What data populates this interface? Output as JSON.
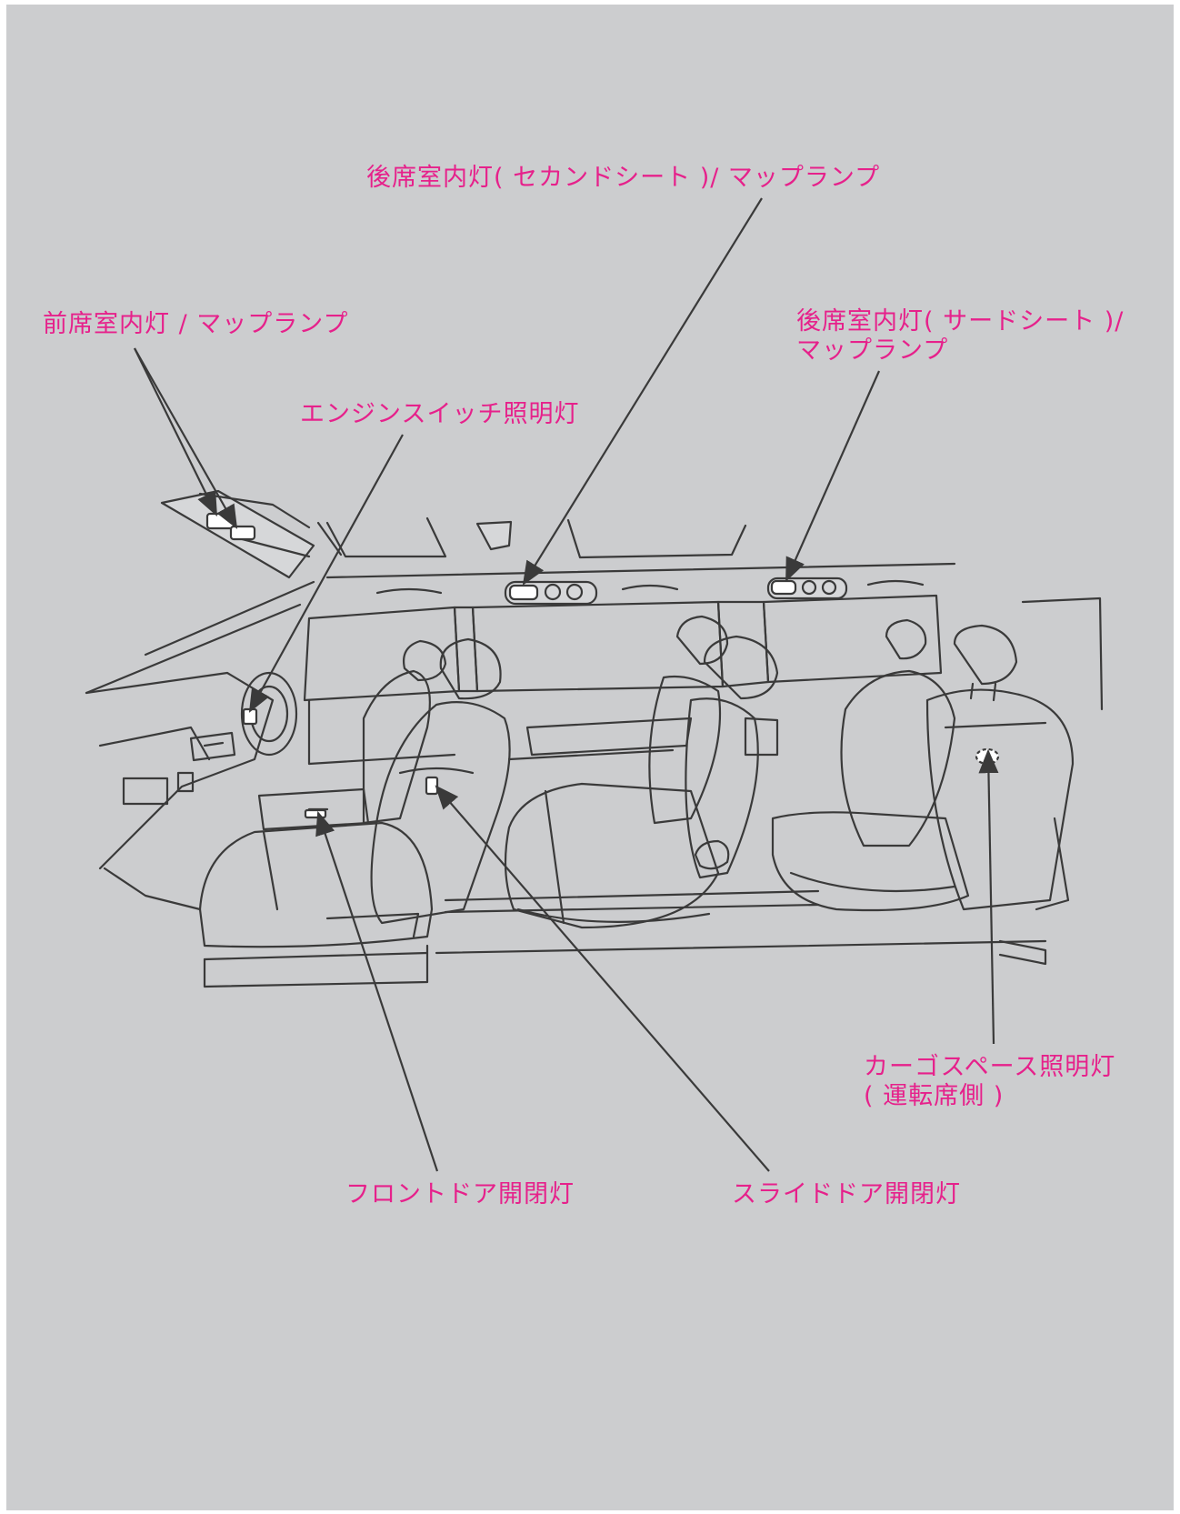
{
  "colors": {
    "background": "#cccdcf",
    "label": "#e6218b",
    "line": "#3a3a3a",
    "lamp": "#ffffff"
  },
  "labels": {
    "rear_second": "後席室内灯( セカンドシート )/ マップランプ",
    "front_map": "前席室内灯 / マップランプ",
    "rear_third_line1": "後席室内灯( サードシート )/",
    "rear_third_line2": "マップランプ",
    "engine_switch": "エンジンスイッチ照明灯",
    "cargo_line1": "カーゴスペース照明灯",
    "cargo_line2": "( 運転席側 )",
    "front_door": "フロントドア開閉灯",
    "slide_door": "スライドドア開閉灯"
  }
}
